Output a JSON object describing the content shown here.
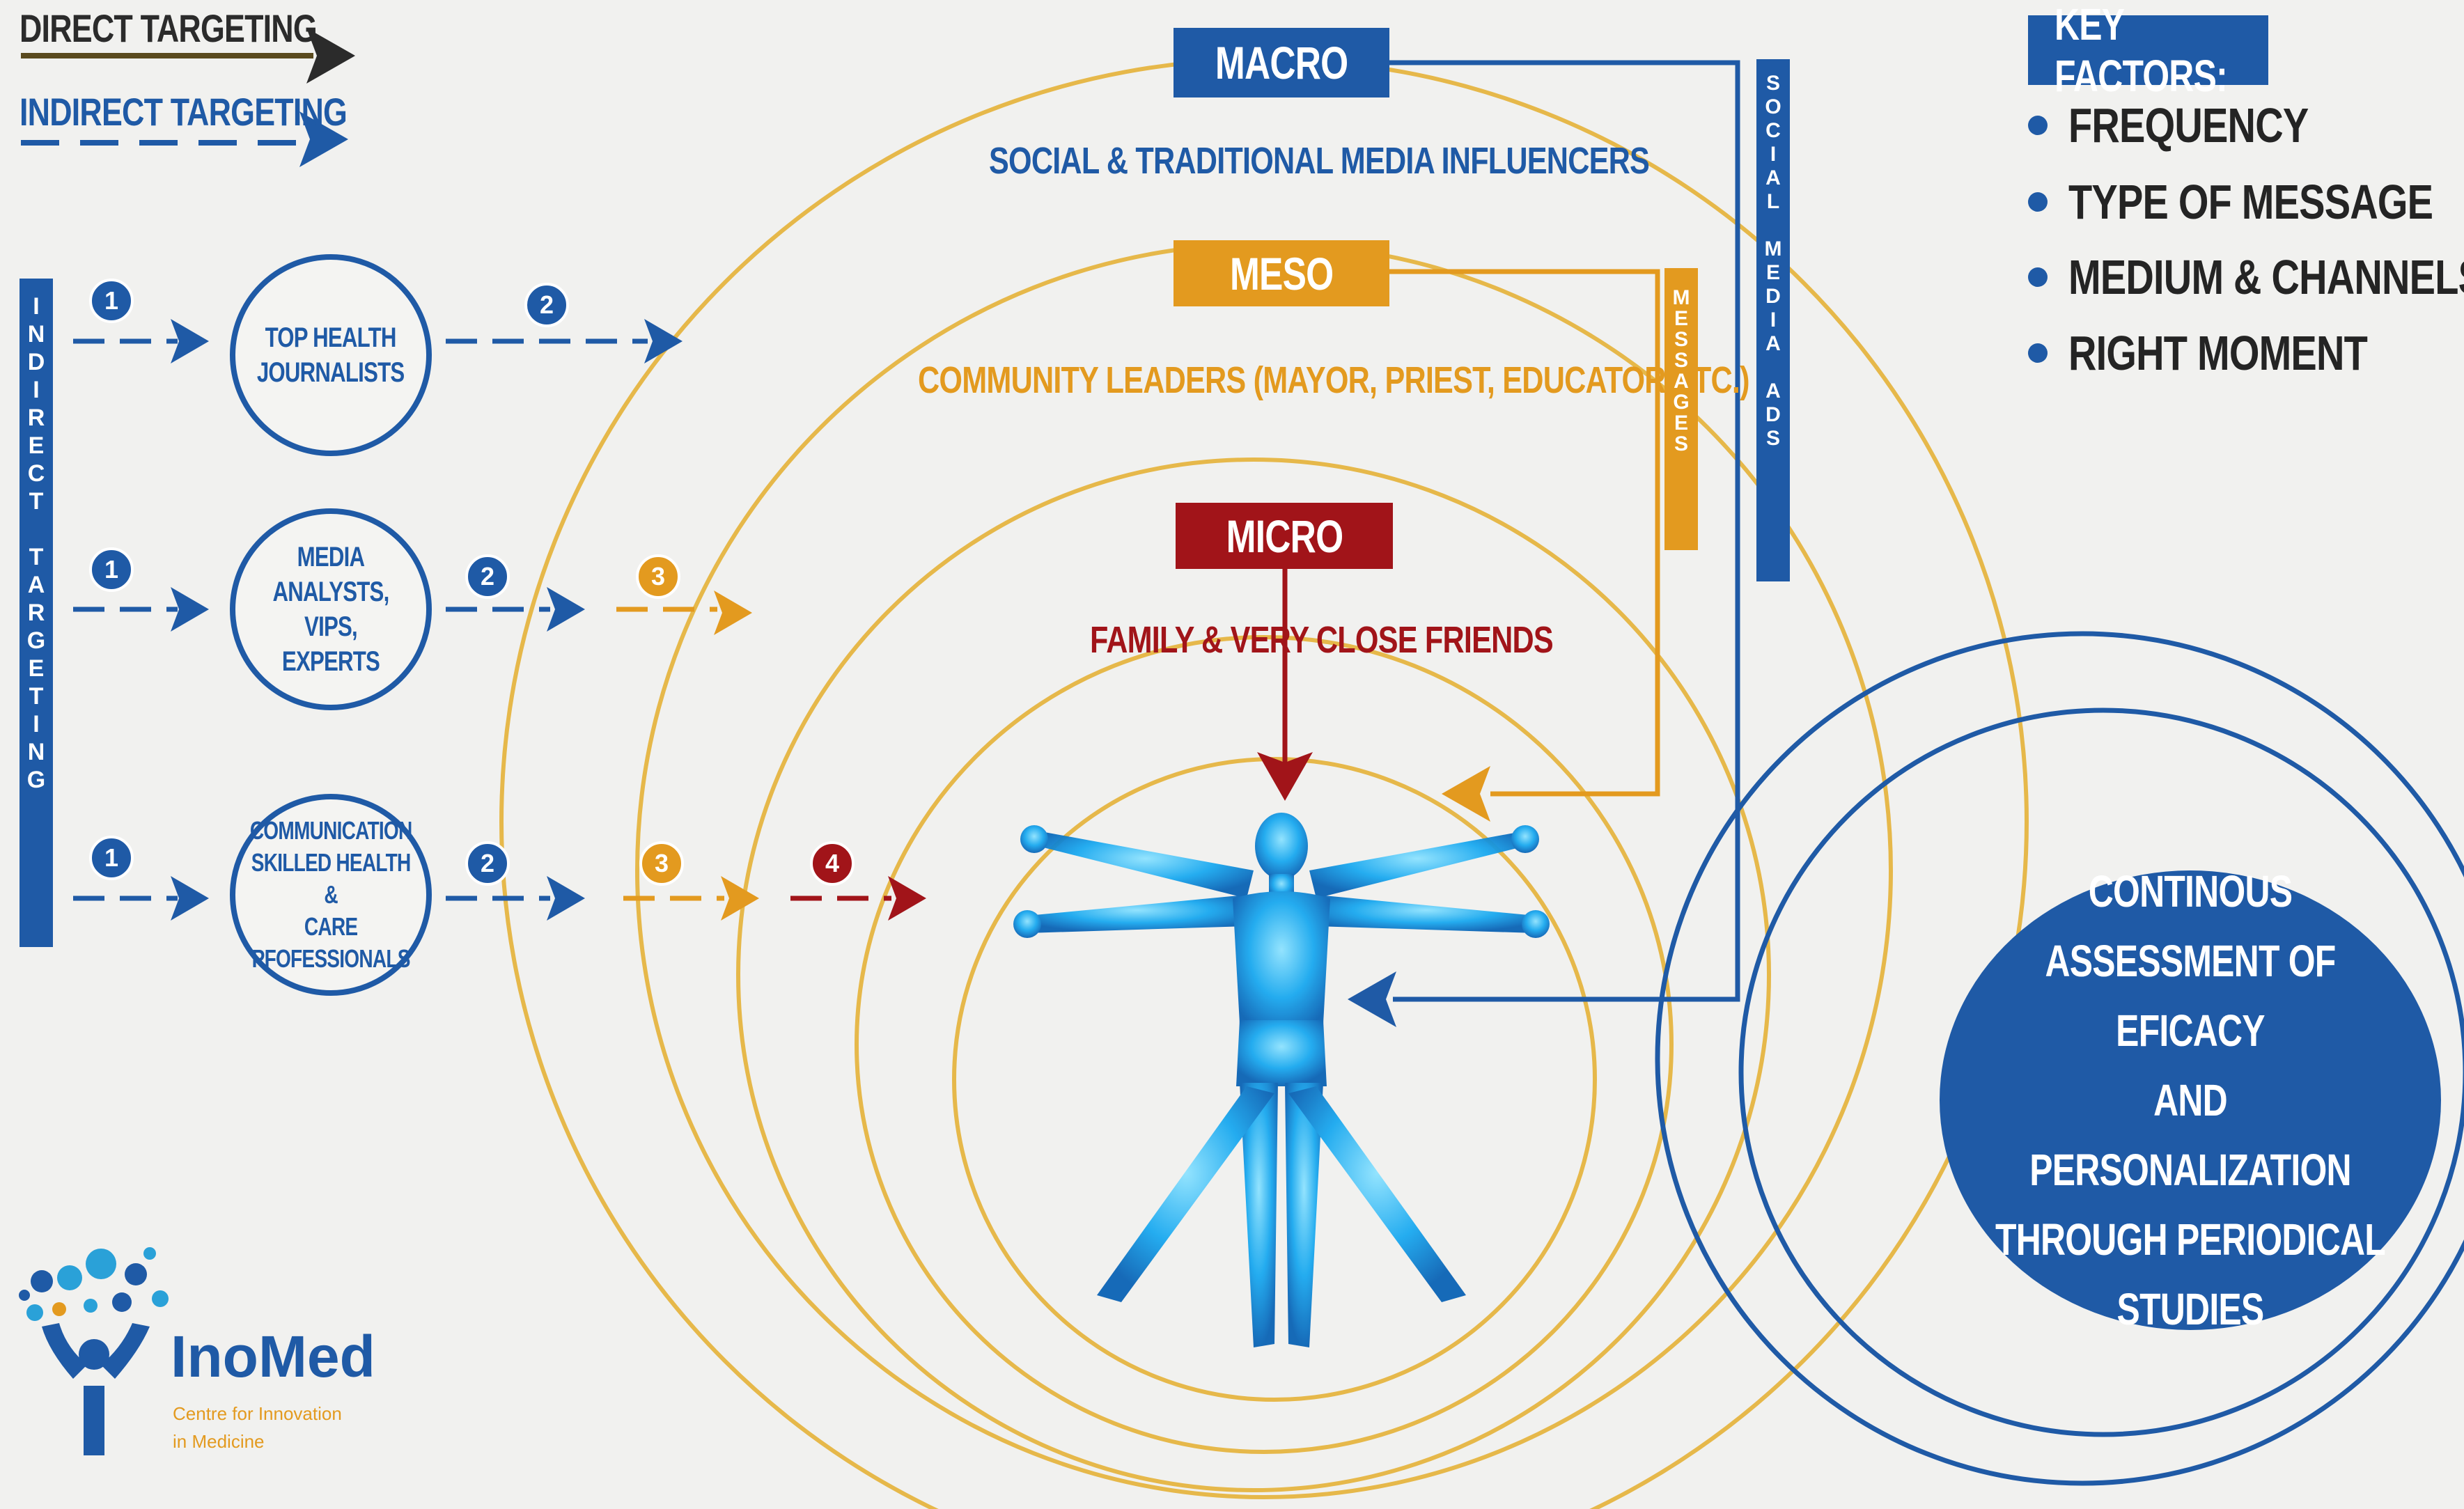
{
  "legend": {
    "direct": "DIRECT TARGETING",
    "indirect": "INDIRECT TARGETING"
  },
  "side_bar": "INDIRECT TARGETING",
  "levels": {
    "macro": {
      "label": "MACRO",
      "desc": "SOCIAL & TRADITIONAL MEDIA INFLUENCERS"
    },
    "meso": {
      "label": "MESO",
      "desc": "COMMUNITY LEADERS (MAYOR, PRIEST, EDUCATOR ETC.)"
    },
    "micro": {
      "label": "MICRO",
      "desc": "FAMILY & VERY CLOSE FRIENDS"
    }
  },
  "vertical_bars": {
    "messages": "MESSAGES",
    "social_media_ads": "SOCIAL MEDIA ADS"
  },
  "key_factors": {
    "title": "KEY FACTORS:",
    "items": [
      "FREQUENCY",
      "TYPE OF MESSAGE",
      "MEDIUM & CHANNELS",
      "RIGHT MOMENT"
    ]
  },
  "actors": [
    {
      "label": "TOP HEALTH\nJOURNALISTS",
      "steps": [
        "1",
        "2"
      ]
    },
    {
      "label": "MEDIA ANALYSTS,\nVIPS, EXPERTS",
      "steps": [
        "1",
        "2",
        "3"
      ]
    },
    {
      "label": "COMMUNICATION\nSKILLED HEALTH &\nCARE\nPFOFESSIONALS",
      "steps": [
        "1",
        "2",
        "3",
        "4"
      ]
    }
  ],
  "assessment": "CONTINOUS\nASSESSMENT OF EFICACY\nAND PERSONALIZATION\nTHROUGH PERIODICAL\nSTUDIES",
  "logo": {
    "name": "InoMed",
    "tagline_1": "Centre for Innovation",
    "tagline_2": "in Medicine"
  },
  "colors": {
    "blue": "#1f5aa6",
    "orange": "#e39a1f",
    "red": "#a11419",
    "dark": "#2b2b2b",
    "figure": "#1aa9f0"
  }
}
